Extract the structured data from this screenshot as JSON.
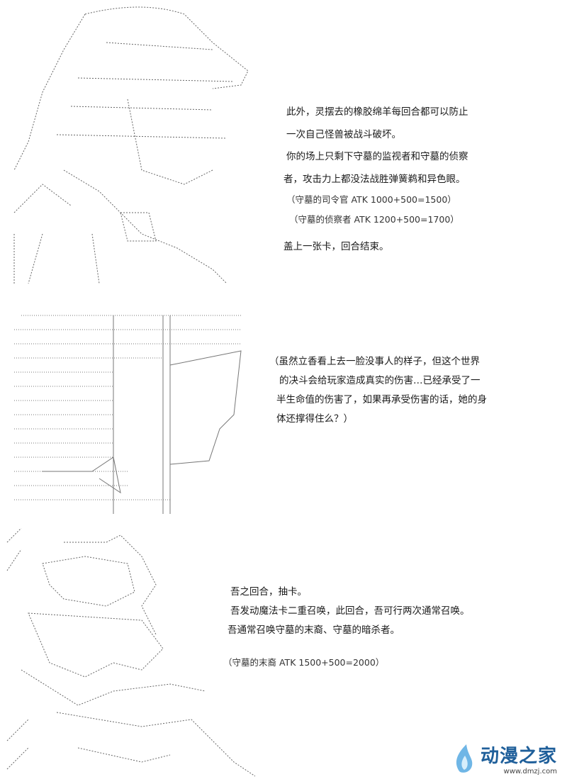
{
  "panel1": {
    "lines": [
      "此外，灵摆去的橡胶绵羊每回合都可以防止",
      "一次自己怪兽被战斗破坏。",
      "你的场上只剩下守墓的监视者和守墓的侦察",
      "者，攻击力上都没法战胜弹簧鹈和异色眼。",
      "（守墓的司令官 ATK 1000+500=1500）",
      "（守墓的侦察者 ATK 1200+500=1700）",
      "盖上一张卡，回合结束。"
    ]
  },
  "panel2": {
    "lines": [
      "（虽然立香看上去一脸没事人的样子，但这个世界",
      "的决斗会给玩家造成真实的伤害…已经承受了一",
      "半生命值的伤害了，如果再承受伤害的话，她的身",
      "体还撑得住么？）"
    ]
  },
  "panel3": {
    "lines": [
      "吾之回合，抽卡。",
      "吾发动魔法卡二重召唤，此回合，吾可行两次通常召唤。",
      "吾通常召唤守墓的末裔、守墓的暗杀者。",
      "（守墓的末裔 ATK 1500+500=2000）"
    ]
  },
  "watermark": {
    "title": "动漫之家",
    "url": "www.dmzj.com",
    "color": "#1f5f9a"
  }
}
